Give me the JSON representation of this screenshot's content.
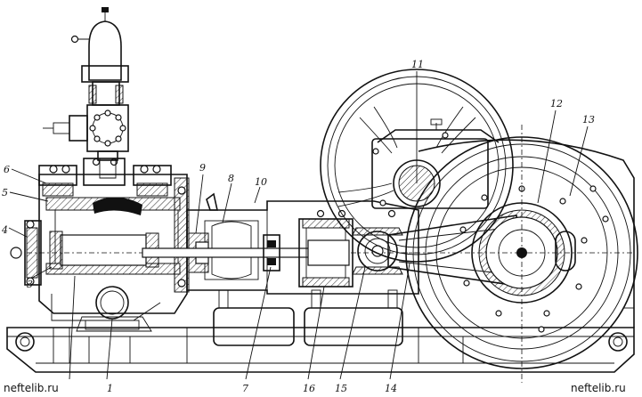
{
  "watermark_left": "neftelib.ru",
  "watermark_right": "neftelib.ru",
  "callouts": [
    {
      "id": "c1",
      "text": "1"
    },
    {
      "id": "c3",
      "text": "3"
    },
    {
      "id": "c4",
      "text": "4"
    },
    {
      "id": "c5",
      "text": "5"
    },
    {
      "id": "c6",
      "text": "6"
    },
    {
      "id": "c7",
      "text": "7"
    },
    {
      "id": "c8",
      "text": "8"
    },
    {
      "id": "c9",
      "text": "9"
    },
    {
      "id": "c10",
      "text": "10"
    },
    {
      "id": "c11",
      "text": "11"
    },
    {
      "id": "c12",
      "text": "12"
    },
    {
      "id": "c13",
      "text": "13"
    },
    {
      "id": "c14",
      "text": "14"
    },
    {
      "id": "c15",
      "text": "15"
    },
    {
      "id": "c16",
      "text": "16"
    }
  ]
}
